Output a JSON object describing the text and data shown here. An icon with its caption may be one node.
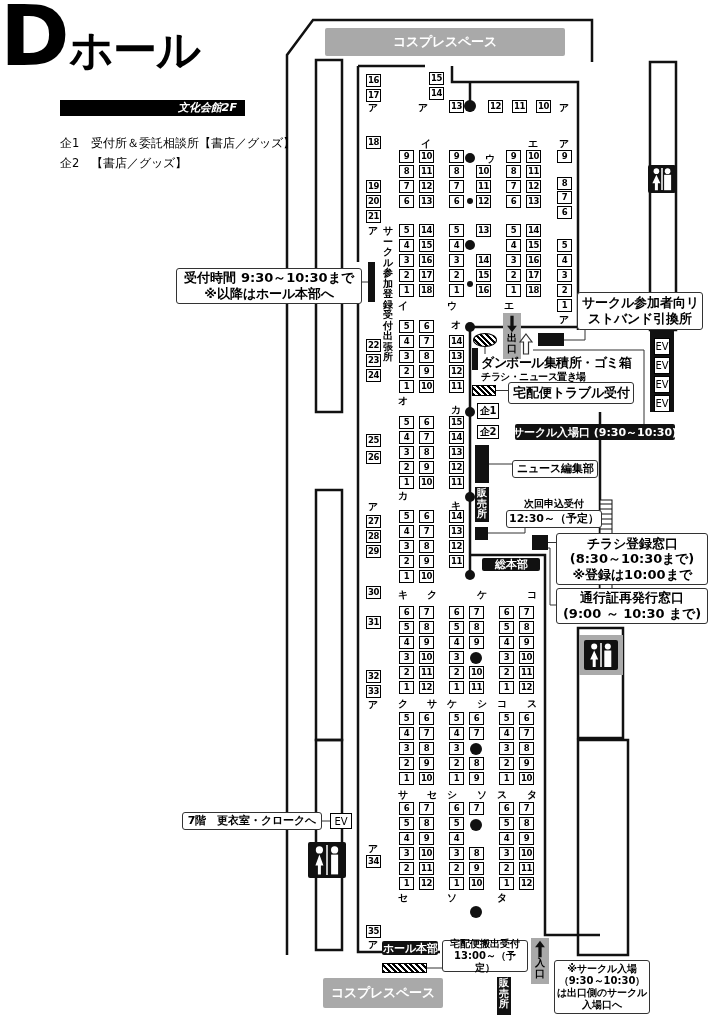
{
  "diagram": {
    "title": "Dホール",
    "nodes": [
      {
        "text": [
          "コスプレスペース"
        ]
      },
      {
        "text": [
          "受付時間 9:30～10:30まで",
          "※以降はホール本部へ"
        ]
      },
      {
        "text": [],
        "shape": "bar",
        "beside": [
          "サークル参加登録受付出張所"
        ]
      },
      {
        "text": [
          "サークル参加者向リストバンド引換所"
        ]
      },
      {
        "text": [],
        "shape": "box"
      },
      {
        "text": [
          "出口"
        ]
      },
      {
        "text": [],
        "shape": "arrow"
      },
      {
        "text": [],
        "shape": "ellipse"
      },
      {
        "text": [
          "ダンボール集積所・ゴミ箱"
        ]
      },
      {
        "text": [],
        "shape": "bar",
        "beside": [
          "チラシ・ニュース置き場"
        ]
      },
      {
        "text": [],
        "shape": "box"
      },
      {
        "text": [
          "宅配便トラブル受付"
        ]
      },
      {
        "text": [
          "企1"
        ]
      },
      {
        "text": [
          "企2"
        ]
      },
      {
        "text": [
          "サークル入場口 (9:30～10:30)"
        ]
      },
      {
        "text": [],
        "shape": "bar"
      },
      {
        "text": [
          "ニュース編集部"
        ]
      },
      {
        "text": [
          "販売所"
        ]
      },
      {
        "text": [],
        "shape": "box"
      },
      {
        "text": [
          "次回申込受付",
          "12:30～（予定）"
        ]
      },
      {
        "text": [],
        "shape": "box"
      },
      {
        "text": [
          "チラシ登録窓口",
          "(8:30～10:30まで)",
          "※登録は10:00まで"
        ]
      },
      {
        "text": [
          "通行証再発行窓口",
          "(9:00 ～ 10:30 まで)"
        ]
      },
      {
        "text": [
          "総本部"
        ]
      },
      {
        "text": [
          "EV"
        ]
      },
      {
        "text": [
          "EV"
        ]
      },
      {
        "text": [
          "EV"
        ]
      },
      {
        "text": [
          "EV"
        ]
      },
      {
        "text": [
          "7階　更衣室・クロークへ"
        ]
      },
      {
        "text": [
          "EV"
        ]
      },
      {
        "text": [
          "ホール本部"
        ]
      },
      {
        "text": [],
        "shape": "box"
      },
      {
        "text": [
          "宅配便搬出受付",
          "13:00～（予定）"
        ]
      },
      {
        "text": [
          "入口"
        ]
      },
      {
        "text": [
          "販売所"
        ]
      },
      {
        "text": [
          "※サークル入場（9:30～10:30）は出口側のサークル入場口へ"
        ]
      },
      {
        "text": [
          "コスプレスペース"
        ]
      },
      {
        "text": [
          "16"
        ]
      },
      {
        "text": [
          "17"
        ]
      },
      {
        "text": [
          "18"
        ]
      },
      {
        "text": [
          "19"
        ]
      },
      {
        "text": [
          "20"
        ]
      },
      {
        "text": [
          "21"
        ]
      },
      {
        "text": [
          "22"
        ]
      },
      {
        "text": [
          "23"
        ]
      },
      {
        "text": [
          "24"
        ]
      },
      {
        "text": [
          "25"
        ]
      },
      {
        "text": [
          "26"
        ]
      },
      {
        "text": [
          "27"
        ]
      },
      {
        "text": [
          "28"
        ]
      },
      {
        "text": [
          "29"
        ]
      },
      {
        "text": [
          "30"
        ]
      },
      {
        "text": [
          "31"
        ]
      },
      {
        "text": [
          "32"
        ]
      },
      {
        "text": [
          "33"
        ]
      },
      {
        "text": [
          "34"
        ]
      },
      {
        "text": [
          "35"
        ]
      },
      {
        "text": [
          "15"
        ]
      },
      {
        "text": [
          "14"
        ]
      },
      {
        "text": [
          "13"
        ]
      },
      {
        "text": [
          "12"
        ]
      },
      {
        "text": [
          "11"
        ]
      },
      {
        "text": [
          "10"
        ]
      },
      {
        "text": [
          "9"
        ]
      },
      {
        "text": [
          "8"
        ]
      },
      {
        "text": [
          "7"
        ]
      },
      {
        "text": [
          "6"
        ]
      },
      {
        "text": [
          "5"
        ]
      },
      {
        "text": [
          "4"
        ]
      },
      {
        "text": [
          "3"
        ]
      },
      {
        "text": [
          "2"
        ]
      },
      {
        "text": [
          "1"
        ]
      },
      {
        "text": [
          "10"
        ]
      },
      {
        "text": [
          "11"
        ]
      },
      {
        "text": [
          "12"
        ]
      },
      {
        "text": [
          "13"
        ]
      },
      {
        "text": [
          "14"
        ]
      },
      {
        "text": [
          "15"
        ]
      },
      {
        "text": [
          "16"
        ]
      },
      {
        "text": [
          "17"
        ]
      },
      {
        "text": [
          "18"
        ]
      },
      {
        "text": [
          "9"
        ]
      },
      {
        "text": [
          "8"
        ]
      },
      {
        "text": [
          "7"
        ]
      },
      {
        "text": [
          "6"
        ]
      },
      {
        "text": [
          "5"
        ]
      },
      {
        "text": [
          "4"
        ]
      },
      {
        "text": [
          "3"
        ]
      },
      {
        "text": [
          "2"
        ]
      },
      {
        "text": [
          "1"
        ]
      },
      {
        "text": [
          "10"
        ]
      },
      {
        "text": [
          "11"
        ]
      },
      {
        "text": [
          "12"
        ]
      },
      {
        "text": [
          "13"
        ]
      },
      {
        "text": [
          "14"
        ]
      },
      {
        "text": [
          "15"
        ]
      },
      {
        "text": [
          "16"
        ]
      },
      {
        "text": [
          "9"
        ]
      },
      {
        "text": [
          "8"
        ]
      },
      {
        "text": [
          "7"
        ]
      },
      {
        "text": [
          "6"
        ]
      },
      {
        "text": [
          "5"
        ]
      },
      {
        "text": [
          "4"
        ]
      },
      {
        "text": [
          "3"
        ]
      },
      {
        "text": [
          "2"
        ]
      },
      {
        "text": [
          "1"
        ]
      },
      {
        "text": [
          "10"
        ]
      },
      {
        "text": [
          "11"
        ]
      },
      {
        "text": [
          "12"
        ]
      },
      {
        "text": [
          "13"
        ]
      },
      {
        "text": [
          "14"
        ]
      },
      {
        "text": [
          "15"
        ]
      },
      {
        "text": [
          "16"
        ]
      },
      {
        "text": [
          "17"
        ]
      },
      {
        "text": [
          "18"
        ]
      },
      {
        "text": [
          "9"
        ]
      },
      {
        "text": [
          "8"
        ]
      },
      {
        "text": [
          "7"
        ]
      },
      {
        "text": [
          "6"
        ]
      },
      {
        "text": [
          "5"
        ]
      },
      {
        "text": [
          "4"
        ]
      },
      {
        "text": [
          "3"
        ]
      },
      {
        "text": [
          "2"
        ]
      },
      {
        "text": [
          "1"
        ]
      },
      {
        "text": [
          "5"
        ]
      },
      {
        "text": [
          "4"
        ]
      },
      {
        "text": [
          "3"
        ]
      },
      {
        "text": [
          "2"
        ]
      },
      {
        "text": [
          "1"
        ]
      },
      {
        "text": [
          "6"
        ]
      },
      {
        "text": [
          "7"
        ]
      },
      {
        "text": [
          "8"
        ]
      },
      {
        "text": [
          "9"
        ]
      },
      {
        "text": [
          "10"
        ]
      },
      {
        "text": [
          "14"
        ]
      },
      {
        "text": [
          "13"
        ]
      },
      {
        "text": [
          "12"
        ]
      },
      {
        "text": [
          "11"
        ]
      },
      {
        "text": [
          "5"
        ]
      },
      {
        "text": [
          "4"
        ]
      },
      {
        "text": [
          "3"
        ]
      },
      {
        "text": [
          "2"
        ]
      },
      {
        "text": [
          "1"
        ]
      },
      {
        "text": [
          "6"
        ]
      },
      {
        "text": [
          "7"
        ]
      },
      {
        "text": [
          "8"
        ]
      },
      {
        "text": [
          "9"
        ]
      },
      {
        "text": [
          "10"
        ]
      },
      {
        "text": [
          "15"
        ]
      },
      {
        "text": [
          "14"
        ]
      },
      {
        "text": [
          "13"
        ]
      },
      {
        "text": [
          "12"
        ]
      },
      {
        "text": [
          "11"
        ]
      },
      {
        "text": [
          "5"
        ]
      },
      {
        "text": [
          "4"
        ]
      },
      {
        "text": [
          "3"
        ]
      },
      {
        "text": [
          "2"
        ]
      },
      {
        "text": [
          "1"
        ]
      },
      {
        "text": [
          "6"
        ]
      },
      {
        "text": [
          "7"
        ]
      },
      {
        "text": [
          "8"
        ]
      },
      {
        "text": [
          "9"
        ]
      },
      {
        "text": [
          "10"
        ]
      },
      {
        "text": [
          "14"
        ]
      },
      {
        "text": [
          "13"
        ]
      },
      {
        "text": [
          "12"
        ]
      },
      {
        "text": [
          "11"
        ]
      },
      {
        "text": [
          "6"
        ]
      },
      {
        "text": [
          "5"
        ]
      },
      {
        "text": [
          "4"
        ]
      },
      {
        "text": [
          "3"
        ]
      },
      {
        "text": [
          "2"
        ]
      },
      {
        "text": [
          "1"
        ]
      },
      {
        "text": [
          "7"
        ]
      },
      {
        "text": [
          "8"
        ]
      },
      {
        "text": [
          "9"
        ]
      },
      {
        "text": [
          "10"
        ]
      },
      {
        "text": [
          "11"
        ]
      },
      {
        "text": [
          "12"
        ]
      },
      {
        "text": [
          "6"
        ]
      },
      {
        "text": [
          "5"
        ]
      },
      {
        "text": [
          "4"
        ]
      },
      {
        "text": [
          "3"
        ]
      },
      {
        "text": [
          "2"
        ]
      },
      {
        "text": [
          "1"
        ]
      },
      {
        "text": [
          "7"
        ]
      },
      {
        "text": [
          "8"
        ]
      },
      {
        "text": [
          "9"
        ]
      },
      {
        "text": [
          "10"
        ]
      },
      {
        "text": [
          "11"
        ]
      },
      {
        "text": [
          "6"
        ]
      },
      {
        "text": [
          "5"
        ]
      },
      {
        "text": [
          "4"
        ]
      },
      {
        "text": [
          "3"
        ]
      },
      {
        "text": [
          "2"
        ]
      },
      {
        "text": [
          "1"
        ]
      },
      {
        "text": [
          "7"
        ]
      },
      {
        "text": [
          "8"
        ]
      },
      {
        "text": [
          "9"
        ]
      },
      {
        "text": [
          "10"
        ]
      },
      {
        "text": [
          "11"
        ]
      },
      {
        "text": [
          "12"
        ]
      },
      {
        "text": [
          "5"
        ]
      },
      {
        "text": [
          "4"
        ]
      },
      {
        "text": [
          "3"
        ]
      },
      {
        "text": [
          "2"
        ]
      },
      {
        "text": [
          "1"
        ]
      },
      {
        "text": [
          "6"
        ]
      },
      {
        "text": [
          "7"
        ]
      },
      {
        "text": [
          "8"
        ]
      },
      {
        "text": [
          "9"
        ]
      },
      {
        "text": [
          "10"
        ]
      },
      {
        "text": [
          "5"
        ]
      },
      {
        "text": [
          "4"
        ]
      },
      {
        "text": [
          "3"
        ]
      },
      {
        "text": [
          "2"
        ]
      },
      {
        "text": [
          "1"
        ]
      },
      {
        "text": [
          "6"
        ]
      },
      {
        "text": [
          "7"
        ]
      },
      {
        "text": [
          "8"
        ]
      },
      {
        "text": [
          "9"
        ]
      },
      {
        "text": [
          "5"
        ]
      },
      {
        "text": [
          "4"
        ]
      },
      {
        "text": [
          "3"
        ]
      },
      {
        "text": [
          "2"
        ]
      },
      {
        "text": [
          "1"
        ]
      },
      {
        "text": [
          "6"
        ]
      },
      {
        "text": [
          "7"
        ]
      },
      {
        "text": [
          "8"
        ]
      },
      {
        "text": [
          "9"
        ]
      },
      {
        "text": [
          "10"
        ]
      },
      {
        "text": [
          "6"
        ]
      },
      {
        "text": [
          "5"
        ]
      },
      {
        "text": [
          "4"
        ]
      },
      {
        "text": [
          "3"
        ]
      },
      {
        "text": [
          "2"
        ]
      },
      {
        "text": [
          "1"
        ]
      },
      {
        "text": [
          "7"
        ]
      },
      {
        "text": [
          "8"
        ]
      },
      {
        "text": [
          "9"
        ]
      },
      {
        "text": [
          "10"
        ]
      },
      {
        "text": [
          "11"
        ]
      },
      {
        "text": [
          "12"
        ]
      },
      {
        "text": [
          "6"
        ]
      },
      {
        "text": [
          "5"
        ]
      },
      {
        "text": [
          "4"
        ]
      },
      {
        "text": [
          "3"
        ]
      },
      {
        "text": [
          "2"
        ]
      },
      {
        "text": [
          "1"
        ]
      },
      {
        "text": [
          "7"
        ]
      },
      {
        "text": [
          "8"
        ]
      },
      {
        "text": [
          "9"
        ]
      },
      {
        "text": [
          "10"
        ]
      },
      {
        "text": [
          "6"
        ]
      },
      {
        "text": [
          "5"
        ]
      },
      {
        "text": [
          "4"
        ]
      },
      {
        "text": [
          "3"
        ]
      },
      {
        "text": [
          "2"
        ]
      },
      {
        "text": [
          "1"
        ]
      },
      {
        "text": [
          "7"
        ]
      },
      {
        "text": [
          "8"
        ]
      },
      {
        "text": [
          "9"
        ]
      },
      {
        "text": [
          "10"
        ]
      },
      {
        "text": [
          "11"
        ]
      },
      {
        "text": [
          "12"
        ]
      }
    ],
    "edges": [
      {
        "from": 1,
        "to": 2,
        "arrow": "none"
      },
      {
        "from": 3,
        "to": 4,
        "arrow": "none"
      },
      {
        "from": 6,
        "to": 14,
        "arrow": "none"
      },
      {
        "from": 8,
        "to": 7,
        "arrow": "none"
      },
      {
        "from": 11,
        "to": 10,
        "arrow": "none"
      },
      {
        "from": 16,
        "to": 15,
        "arrow": "none"
      },
      {
        "from": 19,
        "to": 18,
        "arrow": "none"
      },
      {
        "from": 21,
        "to": 20,
        "arrow": "none"
      },
      {
        "from": 22,
        "to": 20,
        "arrow": "none"
      },
      {
        "from": 28,
        "to": 29,
        "arrow": "none"
      },
      {
        "from": 32,
        "to": 31,
        "arrow": "none"
      }
    ],
    "labels": [
      "文化会館2F",
      "企1　受付所＆委託相談所【書店／グッズ】",
      "企2　【書店／グッズ】",
      "ア",
      "ア",
      "ア",
      "イ",
      "エ",
      "ア",
      "ウ",
      "ア",
      "イ",
      "ウ",
      "エ",
      "オ",
      "ア",
      "オ",
      "カ",
      "カ",
      "ア",
      "キ",
      "キ",
      "ク",
      "ケ",
      "コ",
      "ア",
      "ク",
      "サ",
      "ケ",
      "シ",
      "コ",
      "ス",
      "サ",
      "セ",
      "シ",
      "ソ",
      "ス",
      "タ",
      "ア",
      "セ",
      "ソ",
      "タ",
      "ア"
    ]
  }
}
